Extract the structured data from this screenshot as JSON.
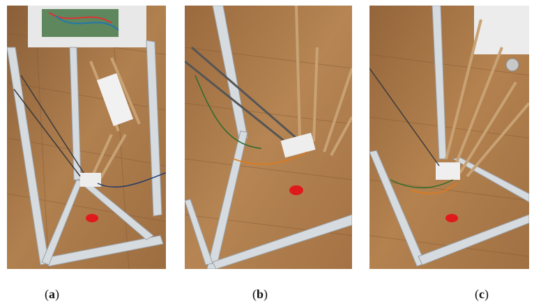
{
  "captions": {
    "a": {
      "open": "(",
      "letter": "a",
      "close": ")"
    },
    "b": {
      "open": "(",
      "letter": "b",
      "close": ")"
    },
    "c": {
      "open": "(",
      "letter": "c",
      "close": ")"
    }
  },
  "colors": {
    "floor": "#a87a4d",
    "floor_dark": "#7e5530",
    "frame": "#d6dbe0",
    "rod": "#c8a274",
    "cable": "#3a3a3a",
    "target": "#e01a1a",
    "background": "#ffffff",
    "text": "#111111"
  }
}
